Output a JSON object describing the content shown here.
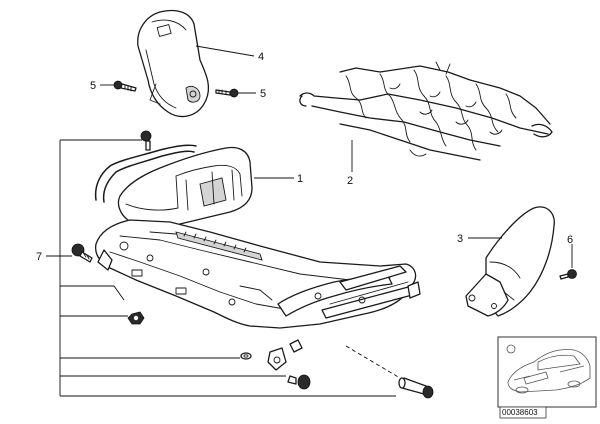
{
  "diagram": {
    "callouts": {
      "c1": "1",
      "c2": "2",
      "c3": "3",
      "c4": "4",
      "c5a": "5",
      "c5b": "5",
      "c6": "6",
      "c7": "7"
    },
    "reference_code": "00038603"
  }
}
